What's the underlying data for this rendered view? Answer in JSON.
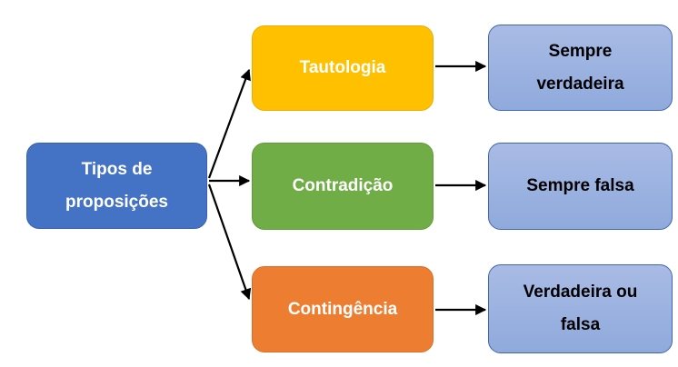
{
  "diagram": {
    "title": "Tipos de proposições",
    "nodes": {
      "root": {
        "lines": [
          "Tipos de",
          "proposições"
        ]
      },
      "tautologia": {
        "lines": [
          "Tautologia"
        ]
      },
      "contradicao": {
        "lines": [
          "Contradição"
        ]
      },
      "contingencia": {
        "lines": [
          "Contingência"
        ]
      },
      "sempre_verdadeira": {
        "lines": [
          "Sempre",
          "verdadeira"
        ]
      },
      "sempre_falsa": {
        "lines": [
          "Sempre falsa"
        ]
      },
      "verdadeira_ou_falsa": {
        "lines": [
          "Verdadeira ou",
          "falsa"
        ]
      }
    },
    "edges": [
      {
        "from": "root",
        "to": "tautologia"
      },
      {
        "from": "root",
        "to": "contradicao"
      },
      {
        "from": "root",
        "to": "contingencia"
      },
      {
        "from": "tautologia",
        "to": "sempre_verdadeira"
      },
      {
        "from": "contradicao",
        "to": "sempre_falsa"
      },
      {
        "from": "contingencia",
        "to": "verdadeira_ou_falsa"
      }
    ]
  },
  "colors": {
    "root-fill": "#4472C4",
    "root-border": "#3863AC",
    "tautologia-fill": "#FFC000",
    "tautologia-border": "#E8AE00",
    "contradicao-fill": "#70AD47",
    "contradicao-border": "#619B3B",
    "contingencia-fill": "#ED7D31",
    "contingencia-border": "#D86F27",
    "result-fill-top": "#A9BBE5",
    "result-fill-bottom": "#8FAADC",
    "result-border": "#4165B0",
    "arrow": "#000000",
    "text-light": "#FFFFFF",
    "text-dark": "#000000"
  }
}
